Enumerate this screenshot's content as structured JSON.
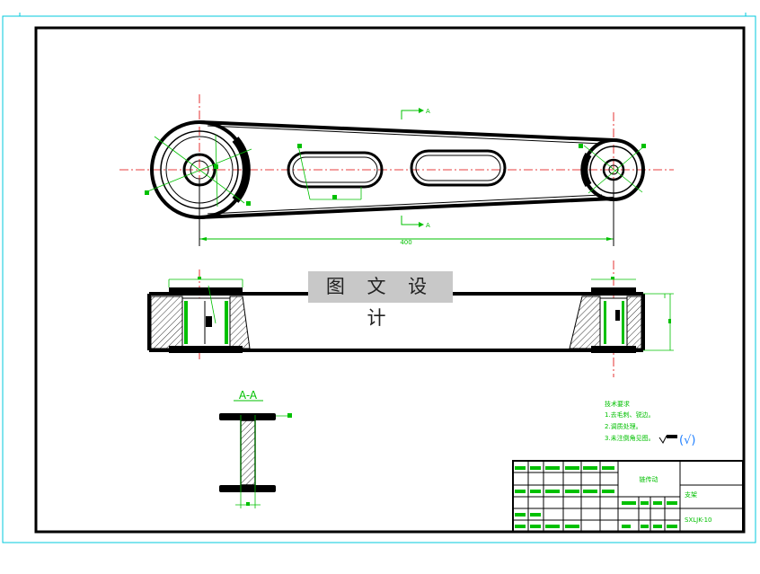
{
  "watermark": "图 文 设 计",
  "dimensions": {
    "center_distance": "400",
    "section_label": "A-A"
  },
  "section_markers": {
    "top": "A",
    "bottom": "A"
  },
  "tech_notes": {
    "title": "技术要求",
    "items": [
      "1.去毛刺、锐边。",
      "2.调质处理。",
      "3.未注倒角见图。"
    ]
  },
  "roughness": "(√)",
  "title_block": {
    "part_name": "链传动",
    "material": "支架",
    "drawing_no": "SXLJK-10"
  },
  "colors": {
    "outline": "#000000",
    "dimension": "#00c000",
    "centerline": "#e00000",
    "border": "#00c8dc",
    "watermark_bg": "#c8c8c8"
  }
}
